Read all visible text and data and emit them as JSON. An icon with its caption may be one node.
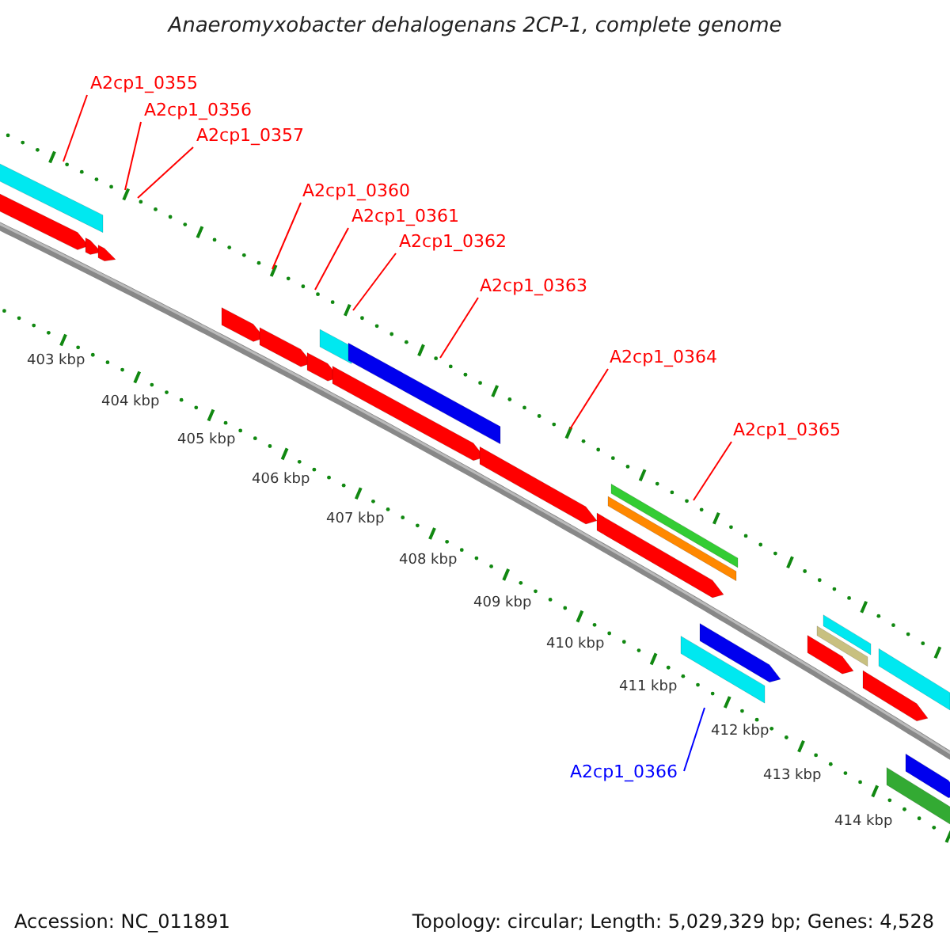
{
  "diagram": {
    "title": "Anaeromyxobacter dehalogenans 2CP-1, complete genome",
    "nodes": [
      {
        "text": [
          "A2cp1_0355"
        ]
      },
      {
        "text": [
          "A2cp1_0356"
        ]
      },
      {
        "text": [
          "A2cp1_0357"
        ]
      },
      {
        "text": [
          "A2cp1_0360"
        ]
      },
      {
        "text": [
          "A2cp1_0361"
        ]
      },
      {
        "text": [
          "A2cp1_0362"
        ]
      },
      {
        "text": [
          "A2cp1_0363"
        ]
      },
      {
        "text": [
          "A2cp1_0364"
        ]
      },
      {
        "text": [
          "A2cp1_0365"
        ]
      },
      {
        "text": [
          "A2cp1_0366"
        ]
      }
    ],
    "edges": [
      {
        "from": 0,
        "to": null,
        "arrow": "none"
      },
      {
        "from": 1,
        "to": null,
        "arrow": "none"
      },
      {
        "from": 2,
        "to": null,
        "arrow": "none"
      },
      {
        "from": 3,
        "to": null,
        "arrow": "none"
      },
      {
        "from": 4,
        "to": null,
        "arrow": "none"
      },
      {
        "from": 5,
        "to": null,
        "arrow": "none"
      },
      {
        "from": 6,
        "to": null,
        "arrow": "none"
      },
      {
        "from": 7,
        "to": null,
        "arrow": "none"
      },
      {
        "from": 8,
        "to": null,
        "arrow": "none"
      },
      {
        "from": 9,
        "to": null,
        "arrow": "none",
        "color": "#0000ff"
      }
    ],
    "labels": [
      "403 kbp",
      "404 kbp",
      "405 kbp",
      "406 kbp",
      "407 kbp",
      "408 kbp",
      "409 kbp",
      "410 kbp",
      "411 kbp",
      "412 kbp",
      "413 kbp",
      "414 kbp",
      "Accession: NC_011891",
      "Topology: circular; Length: 5,029,329 bp; Genes: 4,528"
    ]
  }
}
